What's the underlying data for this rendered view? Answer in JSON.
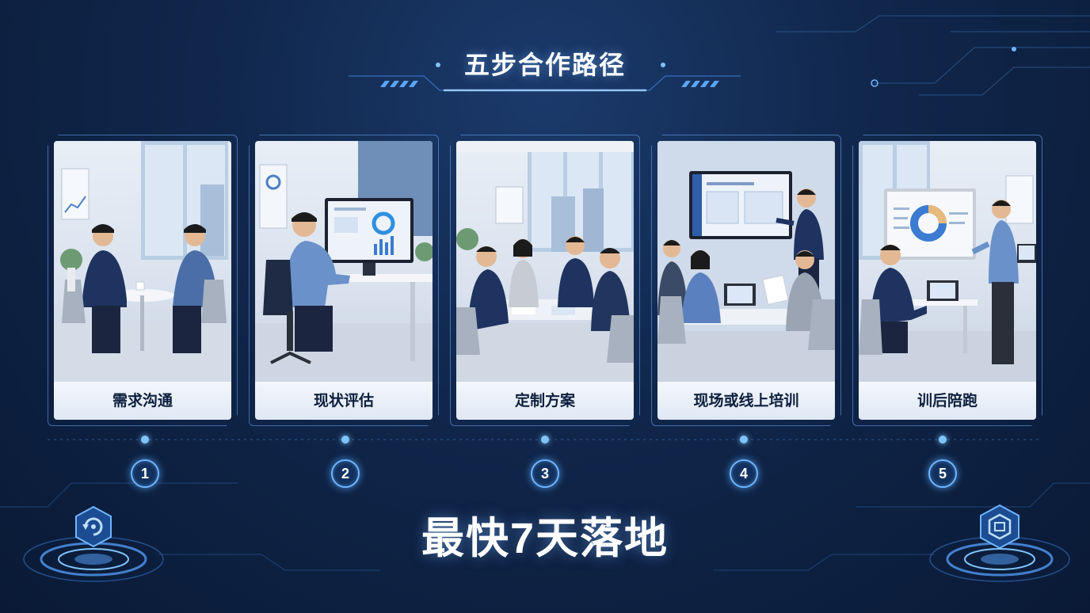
{
  "title": "五步合作路径",
  "steps": [
    {
      "number": "1",
      "label": "需求沟通",
      "scene_icon": "meeting-two-people-icon"
    },
    {
      "number": "2",
      "label": "现状评估",
      "scene_icon": "computer-analysis-icon"
    },
    {
      "number": "3",
      "label": "定制方案",
      "scene_icon": "team-discussion-icon"
    },
    {
      "number": "4",
      "label": "现场或线上培训",
      "scene_icon": "presentation-training-icon"
    },
    {
      "number": "5",
      "label": "训后陪跑",
      "scene_icon": "coaching-support-icon"
    }
  ],
  "headline": "最快7天落地",
  "colors": {
    "background": "#10264a",
    "accent": "#6fb6ff",
    "glow": "#7fc4ff",
    "label_text": "#0d1f3d"
  },
  "emblems": {
    "left": "refresh-hexagon-icon",
    "right": "chip-hexagon-icon"
  }
}
